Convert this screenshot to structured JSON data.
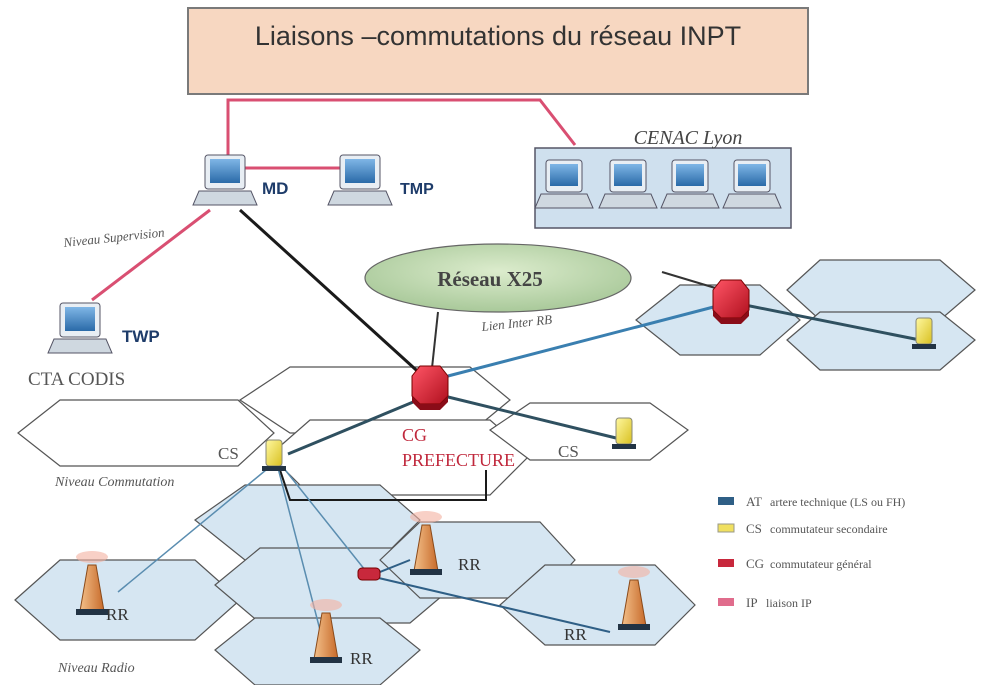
{
  "title": "Liaisons –commutations du réseau INPT",
  "nodes": {
    "md": "MD",
    "tmp": "TMP",
    "twp": "TWP",
    "cta": "CTA CODIS",
    "cenac": "CENAC Lyon",
    "x25": "Réseau X25",
    "cg_line1": "CG",
    "cg_line2": "PREFECTURE",
    "cs_left": "CS",
    "cs_right": "CS",
    "rr_left": "RR",
    "rr_top": "RR",
    "rr_bottom": "RR",
    "rr_right": "RR"
  },
  "annotations": {
    "supervision": "Niveau Supervision",
    "commutation": "Niveau Commutation",
    "radio": "Niveau Radio",
    "inter_rb": "Lien Inter RB"
  },
  "legend": [
    {
      "code": "AT",
      "text": "artere technique (LS ou FH)",
      "color": "#2f5f86"
    },
    {
      "code": "CS",
      "text": "commutateur secondaire",
      "color": "#f0e060"
    },
    {
      "code": "CG",
      "text": "commutateur général",
      "color": "#c8283c"
    },
    {
      "code": "IP",
      "text": "liaison IP",
      "color": "#e06c8c"
    }
  ],
  "colors": {
    "title_fill": "#f8d8c0",
    "ip_link": "#d94f72",
    "backbone": "#1a1a1a",
    "hex_fill": "#d6e6f2",
    "x25_fill": "#c4dcb0"
  }
}
